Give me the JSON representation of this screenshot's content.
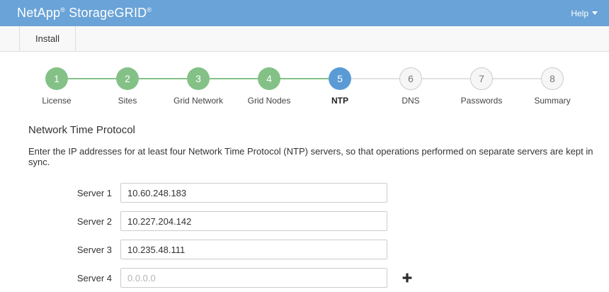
{
  "header": {
    "brand_primary": "NetApp",
    "brand_reg1": "®",
    "brand_secondary": "StorageGRID",
    "brand_reg2": "®",
    "help_label": "Help",
    "help_caret_icon": "chevron-down-icon",
    "bg_color": "#69a3d7"
  },
  "tabs": {
    "items": [
      {
        "label": "Install",
        "active": true
      }
    ]
  },
  "stepper": {
    "steps": [
      {
        "number": "1",
        "label": "License",
        "state": "done"
      },
      {
        "number": "2",
        "label": "Sites",
        "state": "done"
      },
      {
        "number": "3",
        "label": "Grid Network",
        "state": "done"
      },
      {
        "number": "4",
        "label": "Grid Nodes",
        "state": "done"
      },
      {
        "number": "5",
        "label": "NTP",
        "state": "active"
      },
      {
        "number": "6",
        "label": "DNS",
        "state": "todo"
      },
      {
        "number": "7",
        "label": "Passwords",
        "state": "todo"
      },
      {
        "number": "8",
        "label": "Summary",
        "state": "todo"
      }
    ],
    "done_color": "#84c187",
    "active_color": "#5b9bd5",
    "todo_color": "#f6f6f6"
  },
  "main": {
    "title": "Network Time Protocol",
    "description": "Enter the IP addresses for at least four Network Time Protocol (NTP) servers, so that operations performed on separate servers are kept in sync.",
    "fields": [
      {
        "label": "Server 1",
        "value": "10.60.248.183",
        "placeholder": "0.0.0.0",
        "has_add": false
      },
      {
        "label": "Server 2",
        "value": "10.227.204.142",
        "placeholder": "0.0.0.0",
        "has_add": false
      },
      {
        "label": "Server 3",
        "value": "10.235.48.111",
        "placeholder": "0.0.0.0",
        "has_add": false
      },
      {
        "label": "Server 4",
        "value": "",
        "placeholder": "0.0.0.0",
        "has_add": true
      }
    ],
    "add_icon": "plus-icon"
  }
}
